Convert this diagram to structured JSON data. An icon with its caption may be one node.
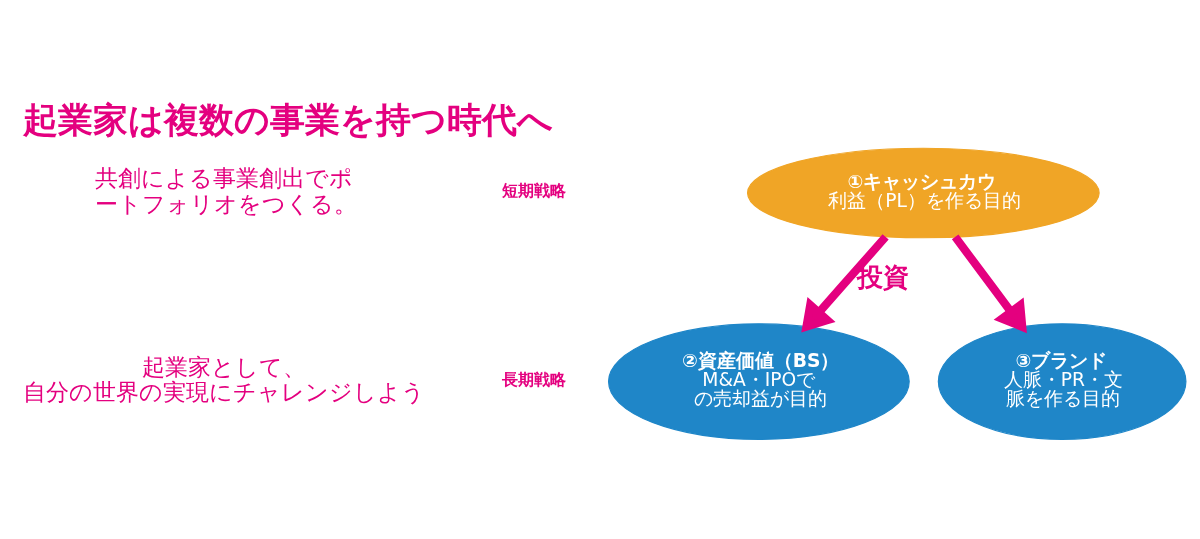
{
  "diagram": {
    "title": "起業家は複数の事業を持つ時代へ",
    "nodes": [
      {
        "text": [
          "①キャッシュカウ",
          "利益（PL）を作る目的"
        ]
      },
      {
        "text": [
          "②資産価値（BS）",
          "M&A・IPOでの売却益が目的"
        ]
      },
      {
        "text": [
          "③ブランド",
          "人脈・PR・文脈を作る目的"
        ]
      }
    ],
    "edges": [
      {
        "from": 0,
        "to": 1,
        "arrow": "to",
        "label": "投資",
        "color": "#e4007f"
      },
      {
        "from": 0,
        "to": 2,
        "arrow": "to",
        "color": "#e4007f"
      }
    ],
    "labels": [
      "共創による事業創出でポートフォリオをつくる。",
      "起業家として、自分の世界の実現にチャレンジしよう",
      "短期戦略",
      "長期戦略"
    ]
  }
}
